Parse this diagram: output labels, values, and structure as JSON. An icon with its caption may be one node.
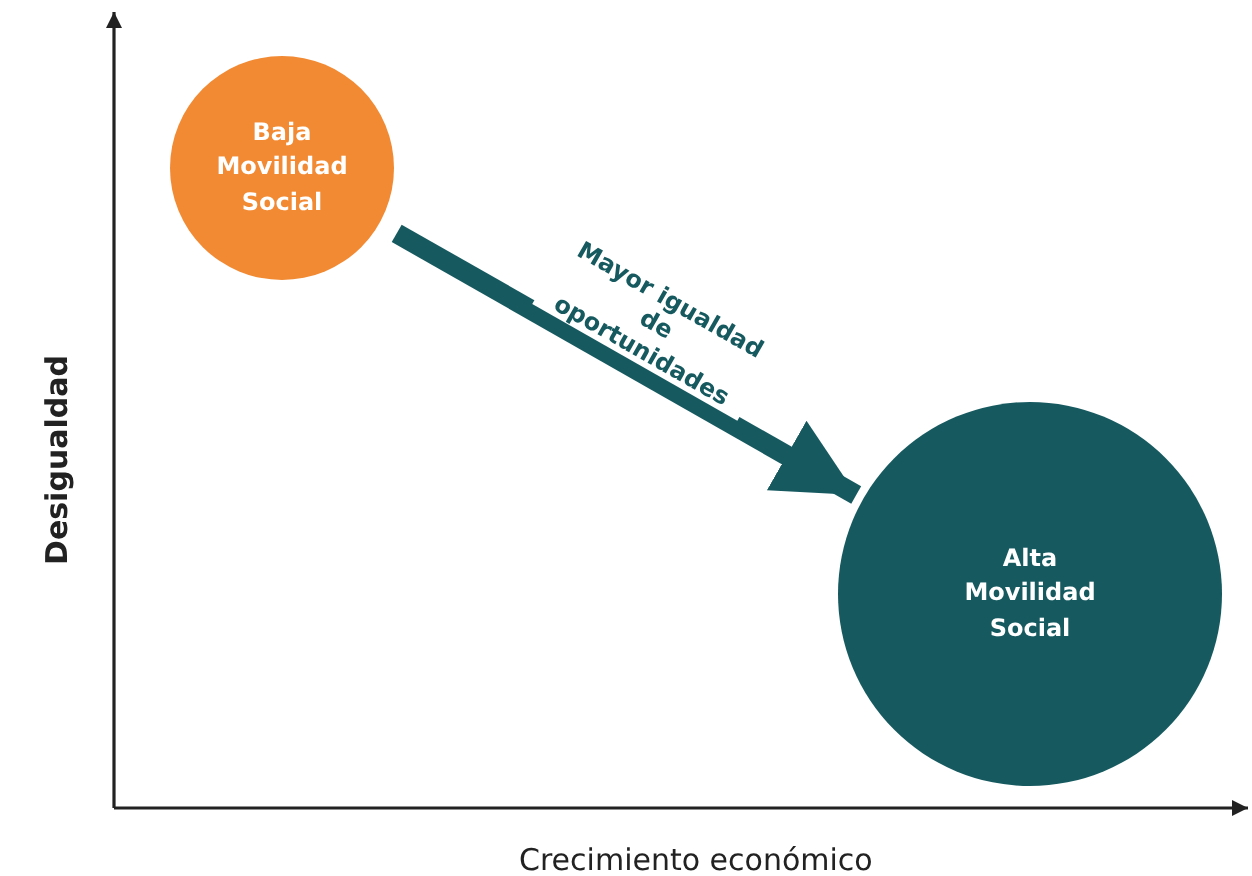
{
  "diagram": {
    "nodes": [
      {
        "text": [
          "Baja Movilidad Social"
        ]
      },
      {
        "text": [
          "Alta Movilidad Social"
        ]
      }
    ],
    "edges": [
      {
        "from": 0,
        "to": 1,
        "arrow": "to",
        "label": "Mayor igualdad de oportunidades"
      }
    ],
    "labels": [
      "Desigualdad",
      "Crecimiento económico"
    ]
  }
}
